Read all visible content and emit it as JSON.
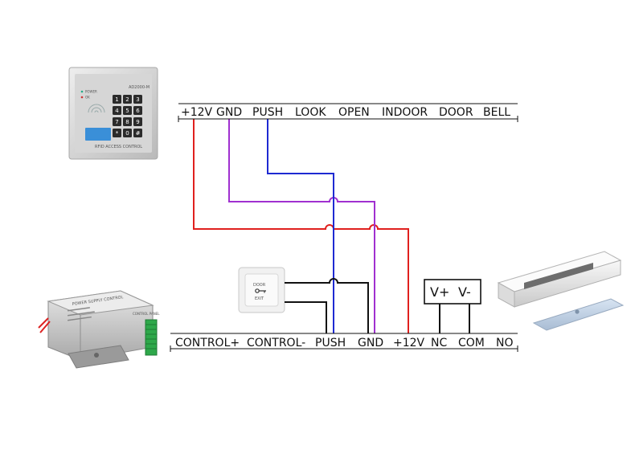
{
  "keypad_terminals": [
    "+12V",
    "GND",
    "PUSH",
    "LOOK",
    "OPEN",
    "INDOOR",
    "DOOR",
    "BELL"
  ],
  "power_terminals": [
    "CONTROL+",
    "CONTROL-",
    "PUSH",
    "GND",
    "+12V",
    "NC",
    "COM",
    "NO"
  ],
  "lock_terminals": [
    "V+",
    "V-"
  ],
  "keypad_device": {
    "model": "AD2000-M",
    "leds": [
      "POWER",
      "OK"
    ],
    "caption": "RFID ACCESS CONTROL",
    "keys": [
      "1",
      "2",
      "3",
      "4",
      "5",
      "6",
      "7",
      "8",
      "9",
      "*",
      "0",
      "#"
    ]
  },
  "exit_button": {
    "line1": "DOOR",
    "line2": "EXIT"
  },
  "power_supply": {
    "title": "POWER SUPPLY CONTROL",
    "side_label": "CONTROL PANEL"
  },
  "wire_colors": {
    "power": "#e0201e",
    "ground": "#a030d0",
    "push": "#1e2ad2",
    "signal": "#111111"
  }
}
